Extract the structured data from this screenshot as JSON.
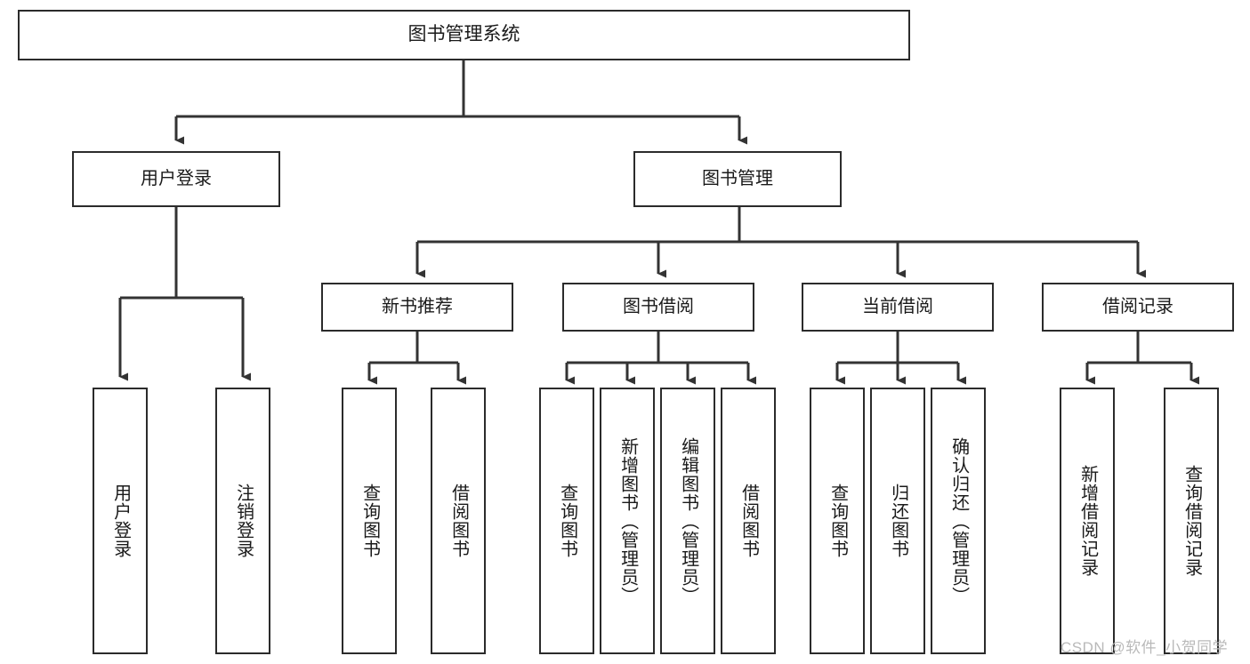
{
  "diagram": {
    "type": "tree-hierarchy",
    "title": "图书管理系统",
    "colors": {
      "box_border": "#2b2b2b",
      "box_fill": "#ffffff",
      "connector": "#333333",
      "text": "#1a1a1a",
      "watermark": "#b9b9b9",
      "background": "#ffffff"
    },
    "root": {
      "label": "图书管理系统"
    },
    "level1": [
      {
        "label": "用户登录"
      },
      {
        "label": "图书管理"
      }
    ],
    "level2": [
      {
        "label": "新书推荐"
      },
      {
        "label": "图书借阅"
      },
      {
        "label": "当前借阅"
      },
      {
        "label": "借阅记录"
      }
    ],
    "leaves": {
      "user_login": [
        {
          "label": "用户登录"
        },
        {
          "label": "注销登录"
        }
      ],
      "new_book_recommend": [
        {
          "label": "查询图书"
        },
        {
          "label": "借阅图书"
        }
      ],
      "book_borrow": [
        {
          "label": "查询图书"
        },
        {
          "label": "新增图书（管理员）"
        },
        {
          "label": "编辑图书（管理员）"
        },
        {
          "label": "借阅图书"
        }
      ],
      "current_borrow": [
        {
          "label": "查询图书"
        },
        {
          "label": "归还图书"
        },
        {
          "label": "确认归还（管理员）"
        }
      ],
      "borrow_records": [
        {
          "label": "新增借阅记录"
        },
        {
          "label": "查询借阅记录"
        }
      ]
    },
    "watermark": "CSDN @软件_小贺同学"
  }
}
